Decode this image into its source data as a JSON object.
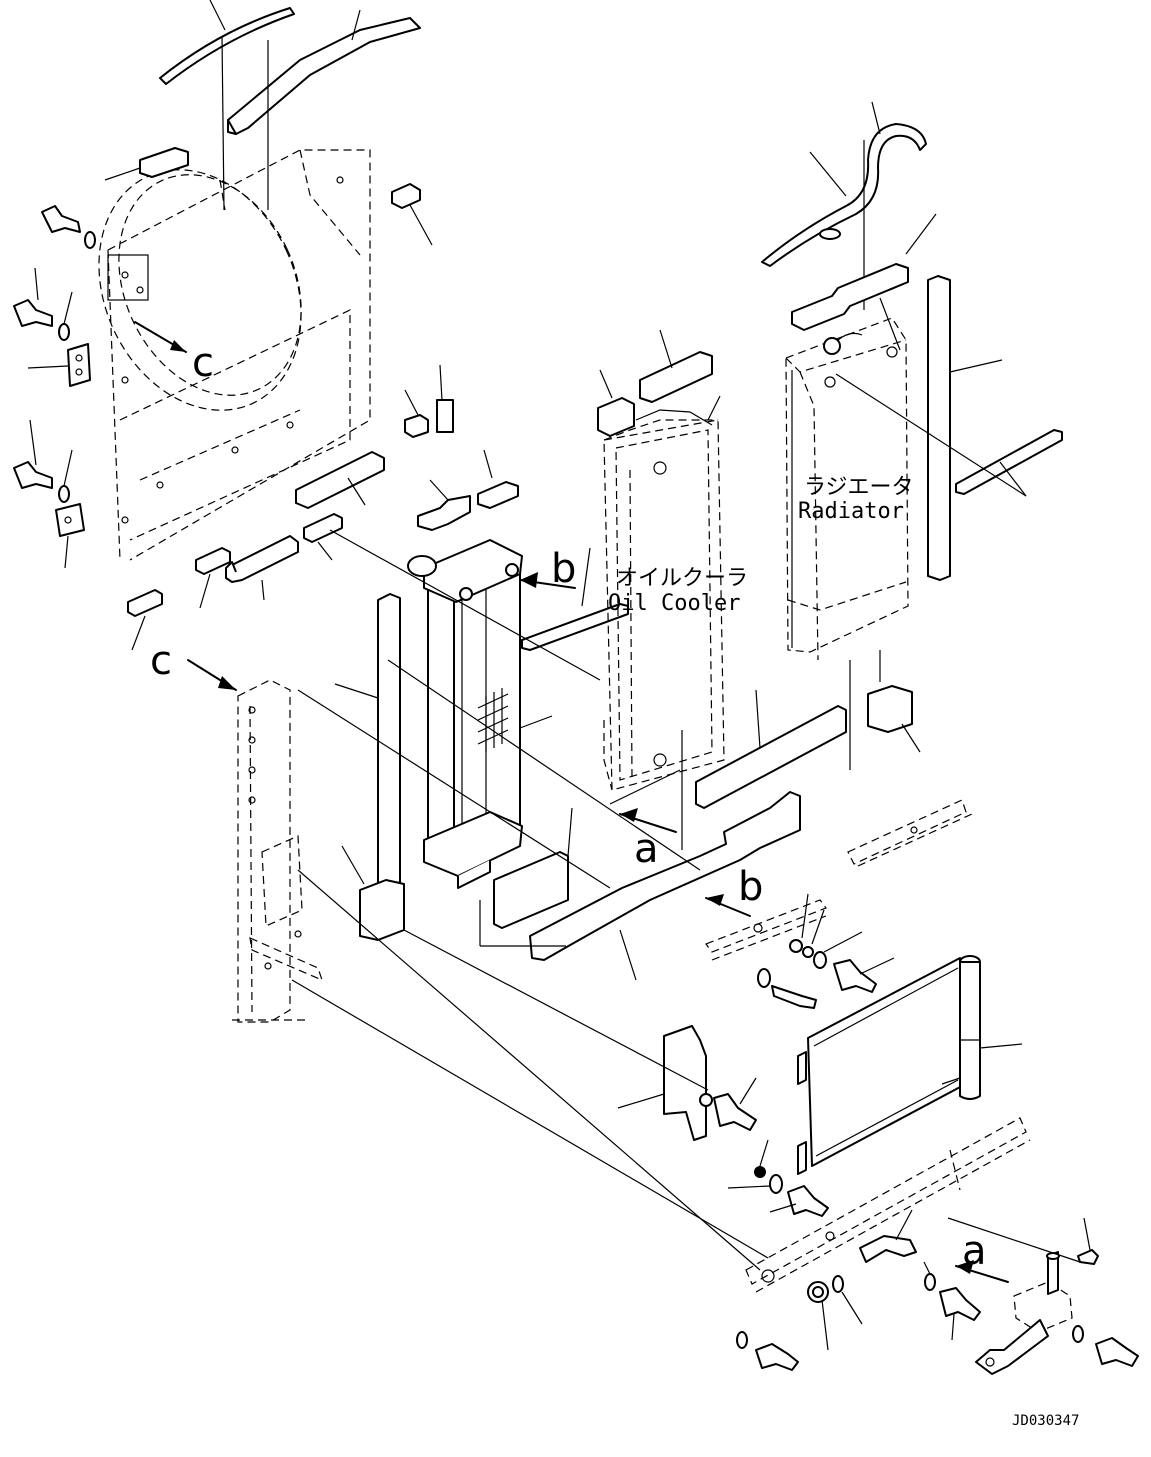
{
  "labels": {
    "radiator_jp": "ラジエータ",
    "radiator_en": "Radiator",
    "oil_cooler_jp": "オイルクーラ",
    "oil_cooler_en": "Oil Cooler",
    "view_c": "c",
    "view_b": "b",
    "view_a": "a",
    "drawing_code": "JD030347"
  }
}
